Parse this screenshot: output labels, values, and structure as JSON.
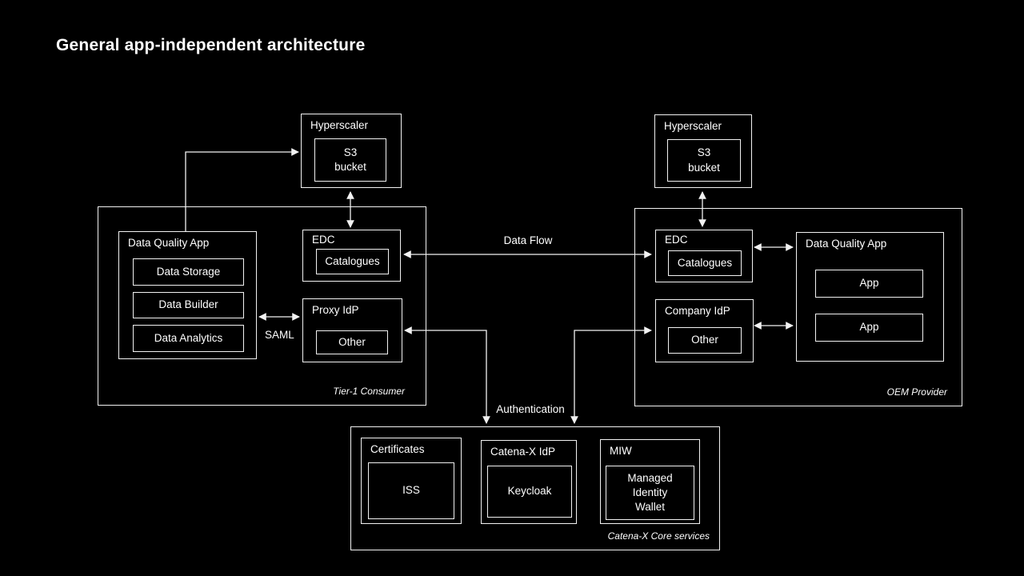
{
  "title": "General app-independent architecture",
  "colors": {
    "background": "#000000",
    "border": "#f2f2f2",
    "text": "#ffffff"
  },
  "edge_labels": {
    "data_flow": "Data Flow",
    "saml": "SAML",
    "authentication": "Authentication"
  },
  "consumer": {
    "region_label": "Tier-1 Consumer",
    "hyperscaler": {
      "label": "Hyperscaler",
      "s3": "S3\nbucket"
    },
    "data_quality_app": {
      "label": "Data Quality App",
      "items": [
        "Data Storage",
        "Data Builder",
        "Data Analytics"
      ]
    },
    "edc": {
      "label": "EDC",
      "catalogues": "Catalogues"
    },
    "proxy_idp": {
      "label": "Proxy IdP",
      "other": "Other"
    }
  },
  "provider": {
    "region_label": "OEM Provider",
    "hyperscaler": {
      "label": "Hyperscaler",
      "s3": "S3\nbucket"
    },
    "edc": {
      "label": "EDC",
      "catalogues": "Catalogues"
    },
    "company_idp": {
      "label": "Company IdP",
      "other": "Other"
    },
    "data_quality_app": {
      "label": "Data Quality App",
      "items": [
        "App",
        "App"
      ]
    }
  },
  "core": {
    "region_label": "Catena-X Core services",
    "certificates": {
      "label": "Certificates",
      "inner": "ISS"
    },
    "catenax_idp": {
      "label": "Catena-X IdP",
      "inner": "Keycloak"
    },
    "miw": {
      "label": "MIW",
      "inner": "Managed\nIdentity\nWallet"
    }
  }
}
